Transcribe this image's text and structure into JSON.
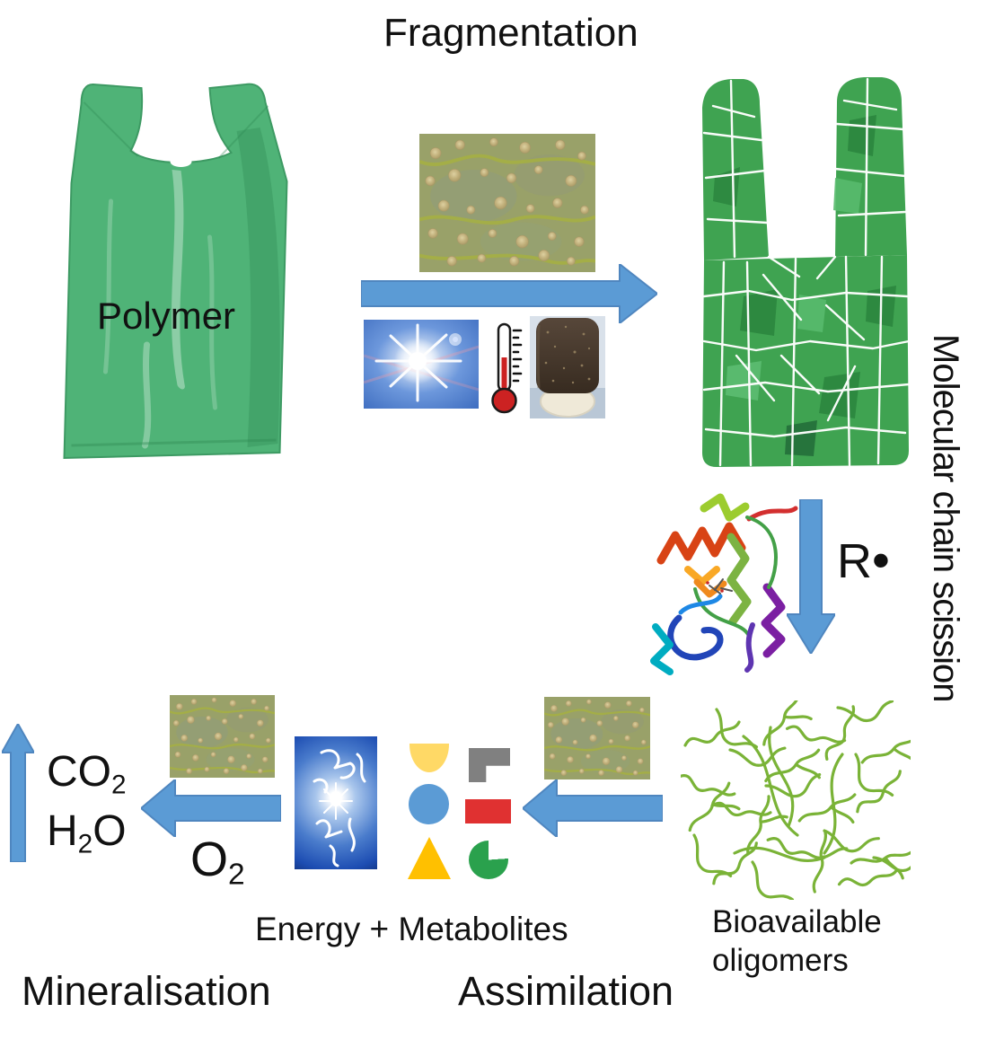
{
  "labels": {
    "fragmentation": "Fragmentation",
    "polymer": "Polymer",
    "molecular_chain_scission": "Molecular chain scission",
    "radical_base": "R",
    "radical_dot": "•",
    "bioavailable_line1": "Bioavailable",
    "bioavailable_line2": "oligomers",
    "energy_metabolites": "Energy + Metabolites",
    "mineralisation": "Mineralisation",
    "assimilation": "Assimilation"
  },
  "formulas": {
    "co2_base": "CO",
    "co2_sub": "2",
    "h2o_pre": "H",
    "h2o_sub": "2",
    "h2o_post": "O",
    "o2_base": "O",
    "o2_sub": "2"
  },
  "icons": {
    "sun": "sun-photo-icon",
    "thermometer": "thermometer-icon",
    "soil_core": "soil-sample-icon",
    "microbes": "microbial-colonies-image",
    "protein": "enzyme-protein-structure",
    "lightning": "energy-lightning-image",
    "arrow": "process-arrow"
  },
  "colors": {
    "arrow_blue": "#5b9bd5",
    "arrow_border": "#4f86bf",
    "bag_green": "#4fb377",
    "fragment_green": "#3fa351",
    "oligomer_green": "#7ab337",
    "metabolite_yellow": "#ffd966",
    "metabolite_gray": "#808080",
    "metabolite_blue": "#5b9bd5",
    "metabolite_red": "#e03131",
    "metabolite_amber": "#ffc000",
    "metabolite_green": "#2aa14d",
    "text_black": "#111111"
  }
}
